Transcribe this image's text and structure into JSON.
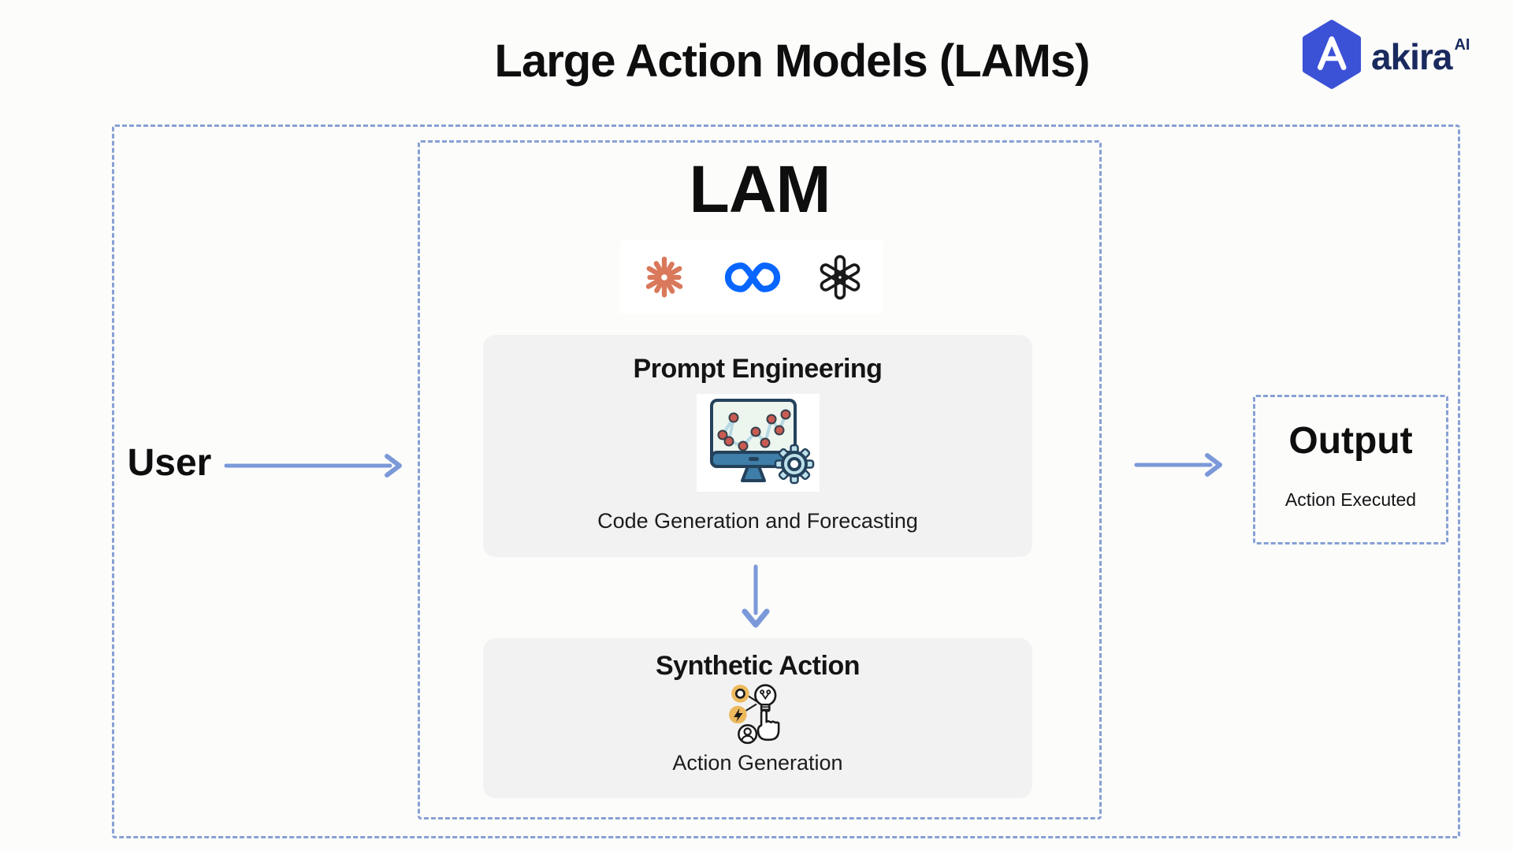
{
  "page": {
    "title": "Large Action Models (LAMs)"
  },
  "brand": {
    "name": "akira",
    "superscript": "AI",
    "mark": "hexagon-a-icon",
    "hexagon_color": "#3B51D6",
    "text_color": "#1A2A5E"
  },
  "colors": {
    "background": "#FCFCFB",
    "dashed_border": "#87A0D4",
    "arrow": "#7B99D9",
    "panel_gray": "#F2F2F2",
    "logo_strip_background": "#FFFFFF",
    "anthropic_coral": "#D9785A",
    "meta_blue": "#0866FF",
    "openai_black": "#1A1A1A",
    "icon_amber": "#EDB95E",
    "icon_steel_blue": "#3E7EA8",
    "icon_light_blue": "#BCDFE9",
    "icon_screen_mint": "#EDF5EF",
    "icon_dot_red": "#C95B52",
    "icon_outline_navy": "#24425C"
  },
  "flow": {
    "user_label": "User",
    "output_title": "Output",
    "output_caption": "Action Executed"
  },
  "lam": {
    "heading": "LAM",
    "providers": [
      {
        "icon": "anthropic-starburst-logo-icon"
      },
      {
        "icon": "meta-infinity-logo-icon"
      },
      {
        "icon": "openai-knot-logo-icon"
      }
    ],
    "stages": [
      {
        "title": "Prompt Engineering",
        "caption": "Code Generation and Forecasting",
        "icon": "monitor-chart-gear-icon"
      },
      {
        "title": "Synthetic Action",
        "caption": "Action Generation",
        "icon": "idea-click-hand-icon"
      }
    ]
  }
}
